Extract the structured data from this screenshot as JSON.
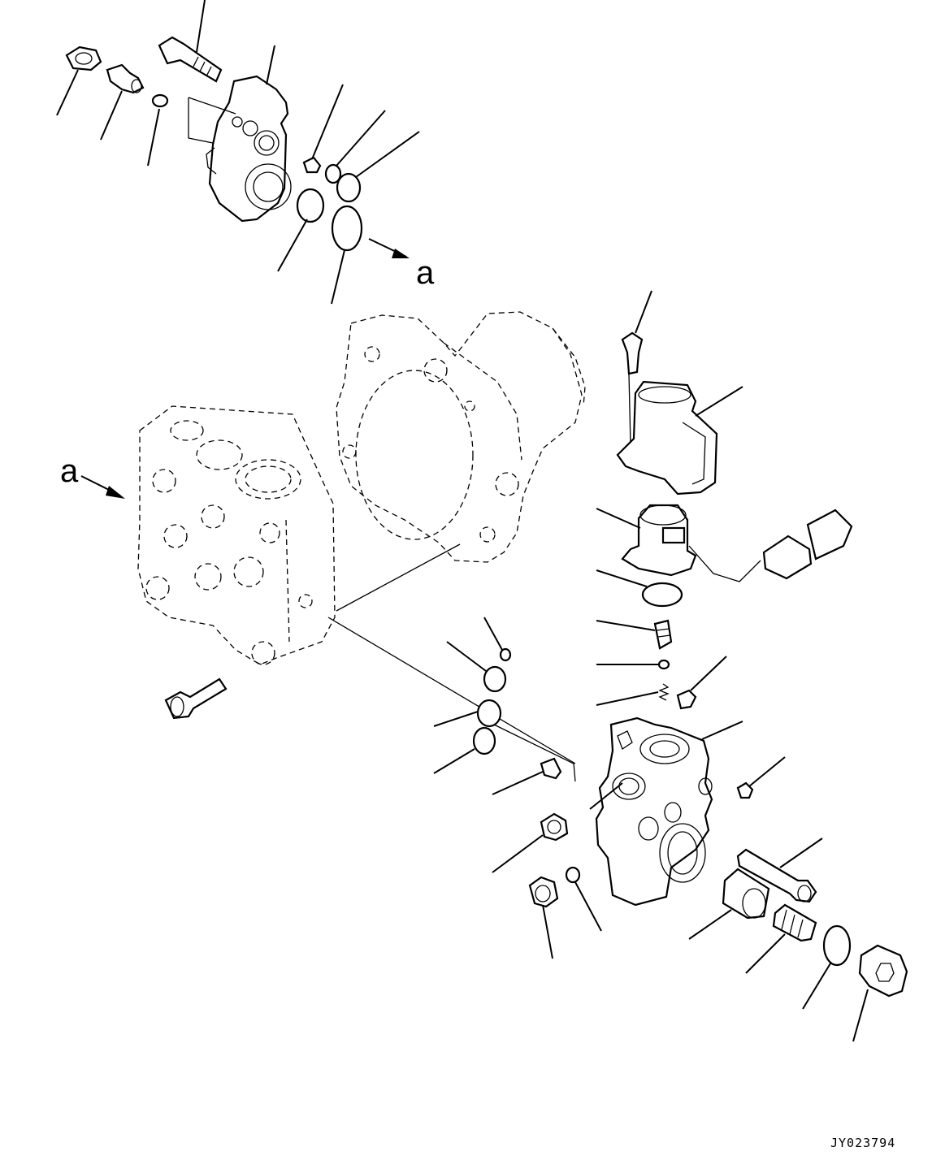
{
  "diagram": {
    "callout_top": "a",
    "callout_left": "a",
    "drawing_code": "JY023794"
  }
}
